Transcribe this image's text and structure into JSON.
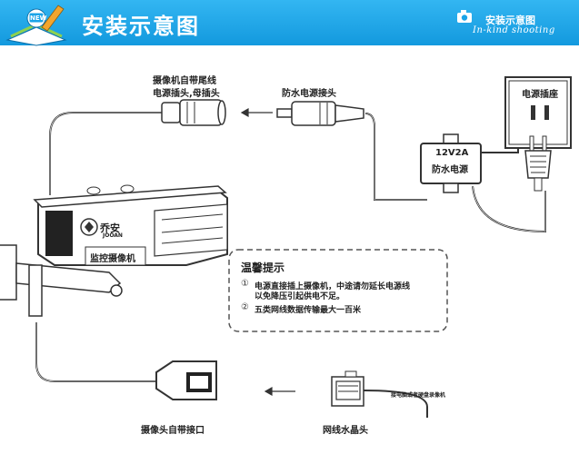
{
  "header": {
    "title": "安装示意图",
    "right_title": "安装示意图",
    "right_subtitle": "In-kind shooting",
    "logo_badge": "NEW",
    "camera_icon": "camera-icon",
    "book_icon": "book-icon"
  },
  "labels": {
    "camera_cable": "摄像机自带尾线",
    "camera_plug": "电源插头,母插头",
    "waterproof_plug": "防水电源接头",
    "power_outlet": "电源插座",
    "adapter_line1": "12V2A",
    "adapter_line2": "防水电源",
    "camera_name": "监控摄像机",
    "brand_cn": "乔安",
    "brand_en": "JOOAN",
    "camera_port": "摄像头自带接口",
    "rj45_head": "网线水晶头",
    "nvr_link": "接电脑或者硬盘录像机"
  },
  "tips": {
    "title": "温馨提示",
    "items": [
      {
        "num": "①",
        "line1": "电源直接插上摄像机，中途请勿延长电源线",
        "line2": "以免降压引起供电不足。"
      },
      {
        "num": "②",
        "line1": "五类网线数据传输最大一百米",
        "line2": ""
      }
    ]
  },
  "colors": {
    "header_bg": "#1aa4e8",
    "line": "#333333",
    "dash_border": "#555555"
  }
}
